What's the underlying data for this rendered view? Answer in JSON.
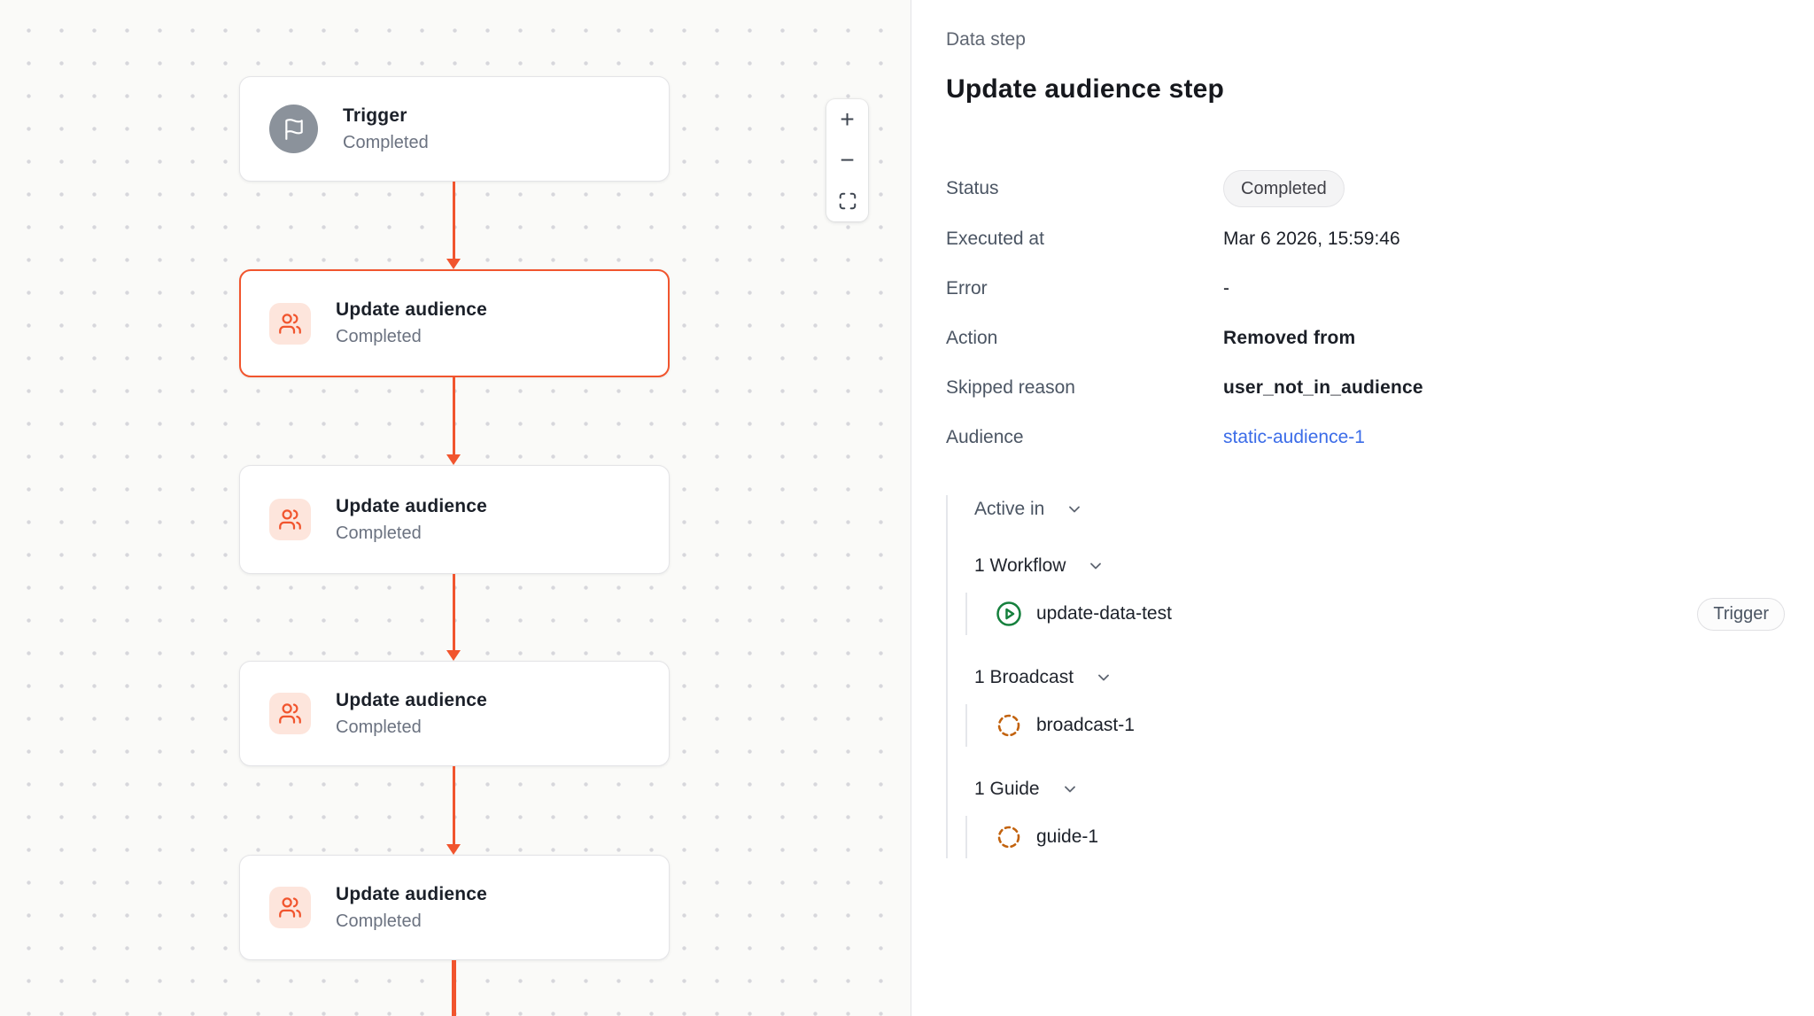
{
  "canvas": {
    "nodes": [
      {
        "title": "Trigger",
        "status": "Completed",
        "type": "trigger",
        "selected": false
      },
      {
        "title": "Update audience",
        "status": "Completed",
        "type": "audience",
        "selected": true
      },
      {
        "title": "Update audience",
        "status": "Completed",
        "type": "audience",
        "selected": false
      },
      {
        "title": "Update audience",
        "status": "Completed",
        "type": "audience",
        "selected": false
      },
      {
        "title": "Update audience",
        "status": "Completed",
        "type": "audience",
        "selected": false
      }
    ],
    "zoom_controls": {
      "zoom_in": "+",
      "zoom_out": "−",
      "fit_view": "fit-view"
    }
  },
  "panel": {
    "kicker": "Data step",
    "title": "Update audience step",
    "fields": [
      {
        "label": "Status",
        "value": "Completed"
      },
      {
        "label": "Executed at",
        "value": "Mar 6 2026, 15:59:46"
      },
      {
        "label": "Error",
        "value": "-"
      },
      {
        "label": "Action",
        "value": "Removed from"
      },
      {
        "label": "Skipped reason",
        "value": "user_not_in_audience"
      },
      {
        "label": "Audience",
        "value": "static-audience-1"
      }
    ],
    "active_in": {
      "label": "Active in",
      "groups": [
        {
          "label": "1 Workflow",
          "items": [
            {
              "name": "update-data-test",
              "icon": "play-circle-icon",
              "badge": "Trigger"
            }
          ]
        },
        {
          "label": "1 Broadcast",
          "items": [
            {
              "name": "broadcast-1",
              "icon": "dashed-circle-icon"
            }
          ]
        },
        {
          "label": "1 Guide",
          "items": [
            {
              "name": "guide-1",
              "icon": "dashed-circle-icon"
            }
          ]
        }
      ]
    }
  },
  "colors": {
    "accent_orange": "#f1552e",
    "icon_bg_peach": "#fde5dc",
    "trigger_gray": "#8b929b",
    "link_blue": "#3b6ce8",
    "workflow_green": "#15803d",
    "dashed_amber": "#c2620d",
    "canvas_bg": "#fafaf8",
    "border_gray": "#e4e4e7"
  }
}
